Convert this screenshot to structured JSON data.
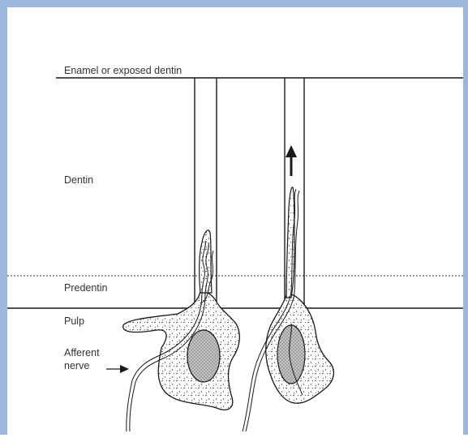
{
  "diagram": {
    "labels": {
      "enamel": "Enamel or exposed dentin",
      "dentin": "Dentin",
      "predentin": "Predentin",
      "pulp": "Pulp",
      "afferent_line1": "Afferent",
      "afferent_line2": "nerve"
    },
    "colors": {
      "frame": "#9db6dc",
      "ink": "#1a1a1a",
      "cytoplasm": "#ffffff",
      "nucleus": "#c4c4c4"
    }
  }
}
